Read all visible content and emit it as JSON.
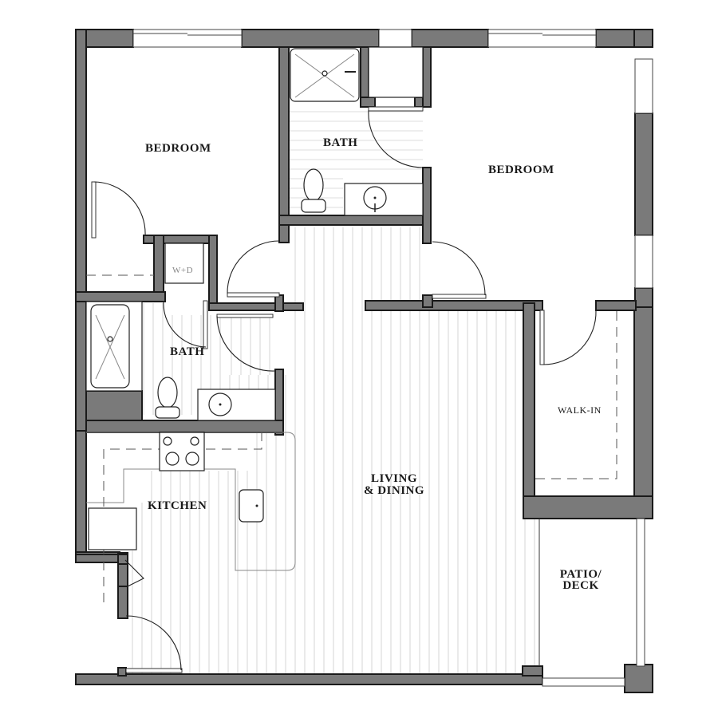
{
  "plan": {
    "rooms": [
      {
        "id": "bedroom-1",
        "label": "BEDROOM"
      },
      {
        "id": "bath-1",
        "label": "BATH"
      },
      {
        "id": "bedroom-2",
        "label": "BEDROOM"
      },
      {
        "id": "bath-2",
        "label": "BATH"
      },
      {
        "id": "laundry",
        "label": "W+D"
      },
      {
        "id": "kitchen",
        "label": "KITCHEN"
      },
      {
        "id": "living-dining",
        "label_line1": "LIVING",
        "label_line2": "& DINING"
      },
      {
        "id": "walk-in",
        "label": "WALK-IN"
      },
      {
        "id": "patio",
        "label_line1": "PATIO/",
        "label_line2": "DECK"
      }
    ],
    "colors": {
      "wall": "#7a7a7a",
      "wall_outline": "#1a1a1a",
      "floor_lines": "#d6d6d6",
      "background": "#ffffff"
    }
  }
}
